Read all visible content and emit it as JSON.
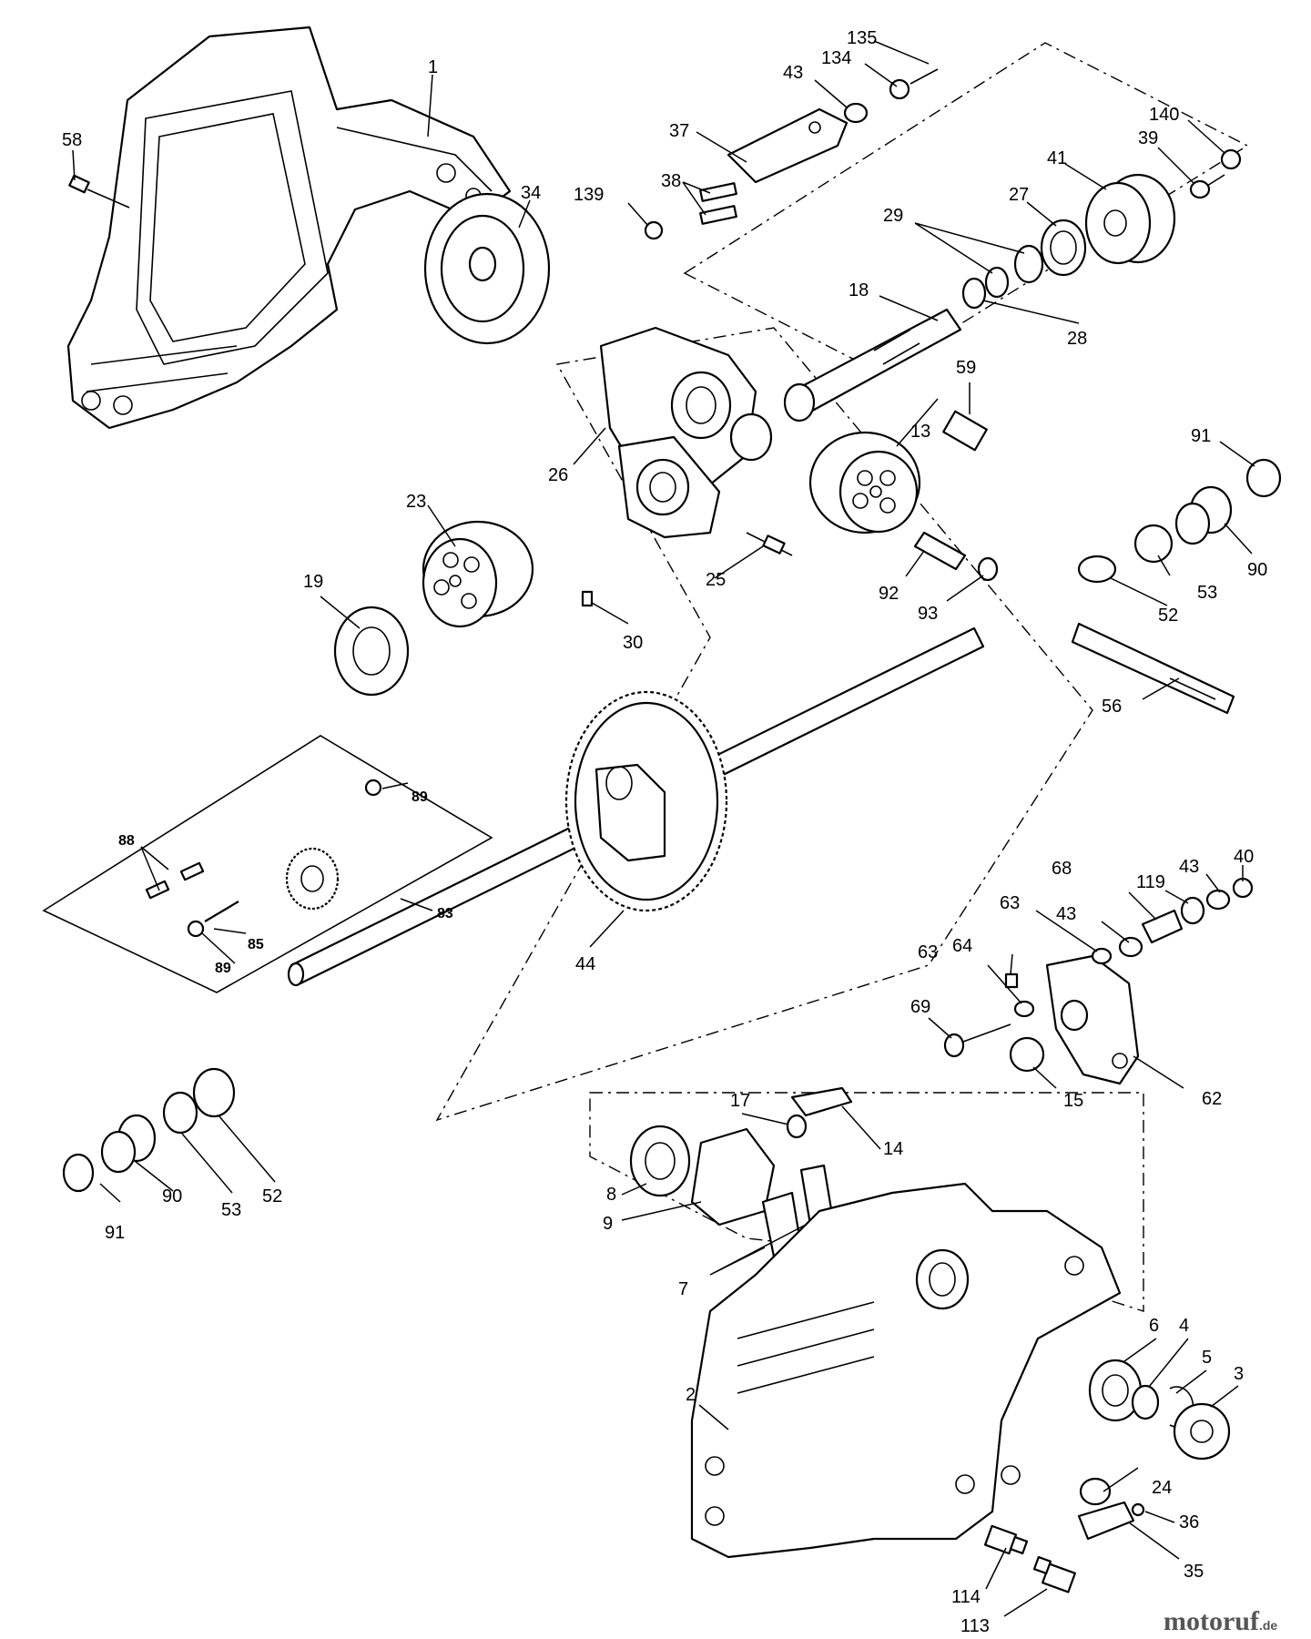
{
  "watermark": {
    "brand": "motoruf",
    "suffix": ".de"
  },
  "labels": [
    {
      "id": "1",
      "text": "1"
    },
    {
      "id": "58",
      "text": "58"
    },
    {
      "id": "34",
      "text": "34"
    },
    {
      "id": "135",
      "text": "135"
    },
    {
      "id": "134",
      "text": "134"
    },
    {
      "id": "43a",
      "text": "43"
    },
    {
      "id": "37",
      "text": "37"
    },
    {
      "id": "38",
      "text": "38"
    },
    {
      "id": "139",
      "text": "139"
    },
    {
      "id": "140",
      "text": "140"
    },
    {
      "id": "39",
      "text": "39"
    },
    {
      "id": "41",
      "text": "41"
    },
    {
      "id": "27",
      "text": "27"
    },
    {
      "id": "29",
      "text": "29"
    },
    {
      "id": "28",
      "text": "28"
    },
    {
      "id": "18",
      "text": "18"
    },
    {
      "id": "59",
      "text": "59"
    },
    {
      "id": "26",
      "text": "26"
    },
    {
      "id": "13",
      "text": "13"
    },
    {
      "id": "91a",
      "text": "91"
    },
    {
      "id": "90a",
      "text": "90"
    },
    {
      "id": "53a",
      "text": "53"
    },
    {
      "id": "52a",
      "text": "52"
    },
    {
      "id": "23",
      "text": "23"
    },
    {
      "id": "19",
      "text": "19"
    },
    {
      "id": "25",
      "text": "25"
    },
    {
      "id": "30",
      "text": "30"
    },
    {
      "id": "92",
      "text": "92"
    },
    {
      "id": "93",
      "text": "93"
    },
    {
      "id": "56",
      "text": "56"
    },
    {
      "id": "88",
      "text": "88"
    },
    {
      "id": "89a",
      "text": "89"
    },
    {
      "id": "83",
      "text": "83"
    },
    {
      "id": "85",
      "text": "85"
    },
    {
      "id": "89b",
      "text": "89"
    },
    {
      "id": "44",
      "text": "44"
    },
    {
      "id": "40",
      "text": "40"
    },
    {
      "id": "43b",
      "text": "43"
    },
    {
      "id": "119",
      "text": "119"
    },
    {
      "id": "68",
      "text": "68"
    },
    {
      "id": "43c",
      "text": "43"
    },
    {
      "id": "63a",
      "text": "63"
    },
    {
      "id": "63b",
      "text": "63"
    },
    {
      "id": "64",
      "text": "64"
    },
    {
      "id": "69",
      "text": "69"
    },
    {
      "id": "15",
      "text": "15"
    },
    {
      "id": "62",
      "text": "62"
    },
    {
      "id": "17",
      "text": "17"
    },
    {
      "id": "14",
      "text": "14"
    },
    {
      "id": "8",
      "text": "8"
    },
    {
      "id": "9",
      "text": "9"
    },
    {
      "id": "7",
      "text": "7"
    },
    {
      "id": "91b",
      "text": "91"
    },
    {
      "id": "90b",
      "text": "90"
    },
    {
      "id": "53b",
      "text": "53"
    },
    {
      "id": "52b",
      "text": "52"
    },
    {
      "id": "6",
      "text": "6"
    },
    {
      "id": "4",
      "text": "4"
    },
    {
      "id": "5",
      "text": "5"
    },
    {
      "id": "3",
      "text": "3"
    },
    {
      "id": "2",
      "text": "2"
    },
    {
      "id": "24",
      "text": "24"
    },
    {
      "id": "36",
      "text": "36"
    },
    {
      "id": "35",
      "text": "35"
    },
    {
      "id": "114",
      "text": "114"
    },
    {
      "id": "113",
      "text": "113"
    }
  ]
}
